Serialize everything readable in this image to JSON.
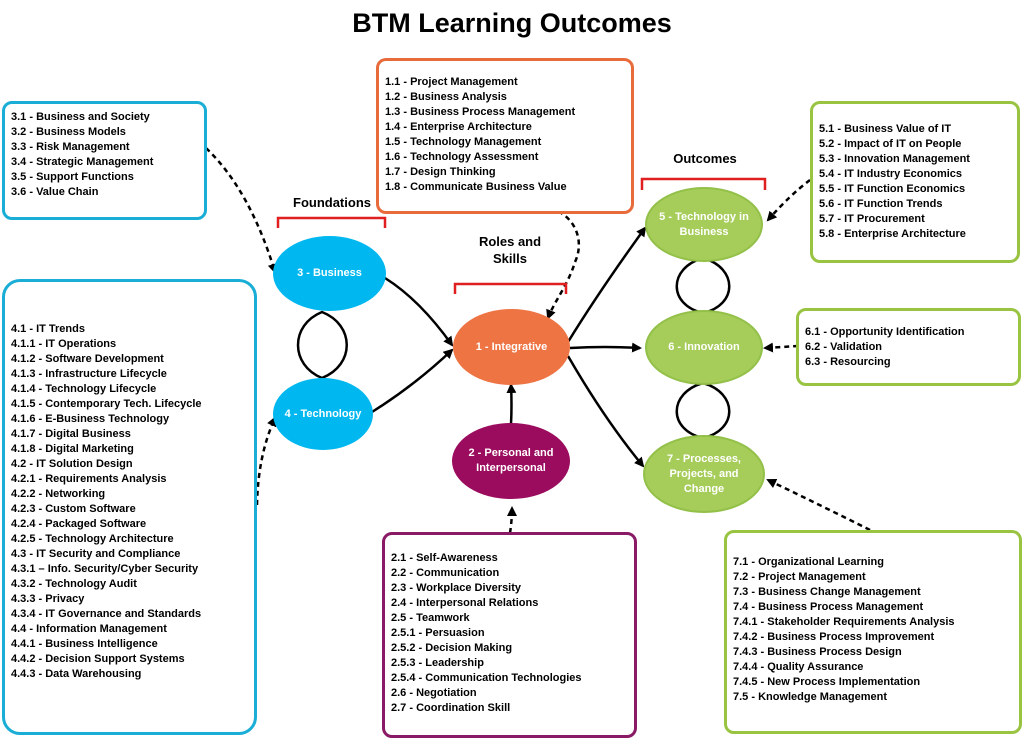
{
  "title": "BTM Learning Outcomes",
  "colors": {
    "foundations": "#00b8ef",
    "integrative": "#ee7444",
    "personal": "#9b0b5e",
    "outcomes": "#a6cc5a",
    "outcomes_border": "#92c048",
    "box_blue": "#1aaed6",
    "box_orange": "#e76b3b",
    "box_purple": "#8a1a66",
    "box_green": "#99c442",
    "bracket": "#e02020"
  },
  "labels": {
    "foundations": "Foundations",
    "roles": "Roles and Skills",
    "outcomes": "Outcomes"
  },
  "nodes": {
    "business": "3 - Business",
    "technology": "4 - Technology",
    "integrative": "1 - Integrative",
    "personal": "2 - Personal and Interpersonal",
    "tech_business": "5 - Technology in Business",
    "innovation": "6 - Innovation",
    "processes": "7 - Processes, Projects, and Change"
  },
  "boxes": {
    "business_items": [
      "3.1 - Business and Society",
      "3.2 - Business Models",
      "3.3 - Risk Management",
      "3.4 - Strategic Management",
      "3.5 - Support Functions",
      "3.6 - Value Chain"
    ],
    "technology_items": [
      "4.1 - IT Trends",
      "4.1.1 - IT Operations",
      "4.1.2 - Software Development",
      "4.1.3 - Infrastructure Lifecycle",
      "4.1.4 - Technology Lifecycle",
      "4.1.5 - Contemporary Tech. Lifecycle",
      "4.1.6 - E-Business Technology",
      "4.1.7 - Digital Business",
      "4.1.8 - Digital Marketing",
      "4.2 - IT Solution Design",
      "4.2.1 - Requirements Analysis",
      "4.2.2 - Networking",
      "4.2.3 - Custom Software",
      "4.2.4 - Packaged Software",
      "4.2.5 - Technology Architecture",
      "4.3 - IT Security and Compliance",
      "4.3.1 – Info. Security/Cyber Security",
      "4.3.2 - Technology Audit",
      "4.3.3 - Privacy",
      "4.3.4 - IT Governance and Standards",
      "4.4 - Information Management",
      "4.4.1 - Business Intelligence",
      "4.4.2 - Decision Support Systems",
      "4.4.3 - Data Warehousing"
    ],
    "integrative_items": [
      "1.1 - Project Management",
      "1.2 - Business Analysis",
      "1.3 - Business Process Management",
      "1.4 - Enterprise Architecture",
      "1.5 - Technology Management",
      "1.6 - Technology Assessment",
      "1.7 - Design Thinking",
      "1.8 - Communicate Business Value"
    ],
    "personal_items": [
      "2.1 - Self-Awareness",
      "2.2 - Communication",
      "2.3 - Workplace Diversity",
      "2.4 - Interpersonal Relations",
      "2.5 - Teamwork",
      "2.5.1 - Persuasion",
      "2.5.2 - Decision Making",
      "2.5.3 - Leadership",
      "2.5.4 - Communication Technologies",
      "2.6 - Negotiation",
      "2.7 - Coordination Skill"
    ],
    "tech_business_items": [
      "5.1 - Business Value of IT",
      "5.2 - Impact of IT on People",
      "5.3 - Innovation Management",
      "5.4 - IT Industry Economics",
      "5.5 - IT Function Economics",
      "5.6 - IT Function Trends",
      "5.7 - IT Procurement",
      "5.8 - Enterprise Architecture"
    ],
    "innovation_items": [
      "6.1 - Opportunity Identification",
      "6.2 - Validation",
      "6.3 - Resourcing"
    ],
    "processes_items": [
      "7.1 - Organizational Learning",
      "7.2 - Project Management",
      "7.3 - Business Change Management",
      "7.4 - Business Process Management",
      "7.4.1 - Stakeholder Requirements Analysis",
      "7.4.2 - Business Process Improvement",
      "7.4.3 - Business Process Design",
      "7.4.4 - Quality Assurance",
      "7.4.5 - New Process Implementation",
      "7.5 - Knowledge Management"
    ]
  }
}
